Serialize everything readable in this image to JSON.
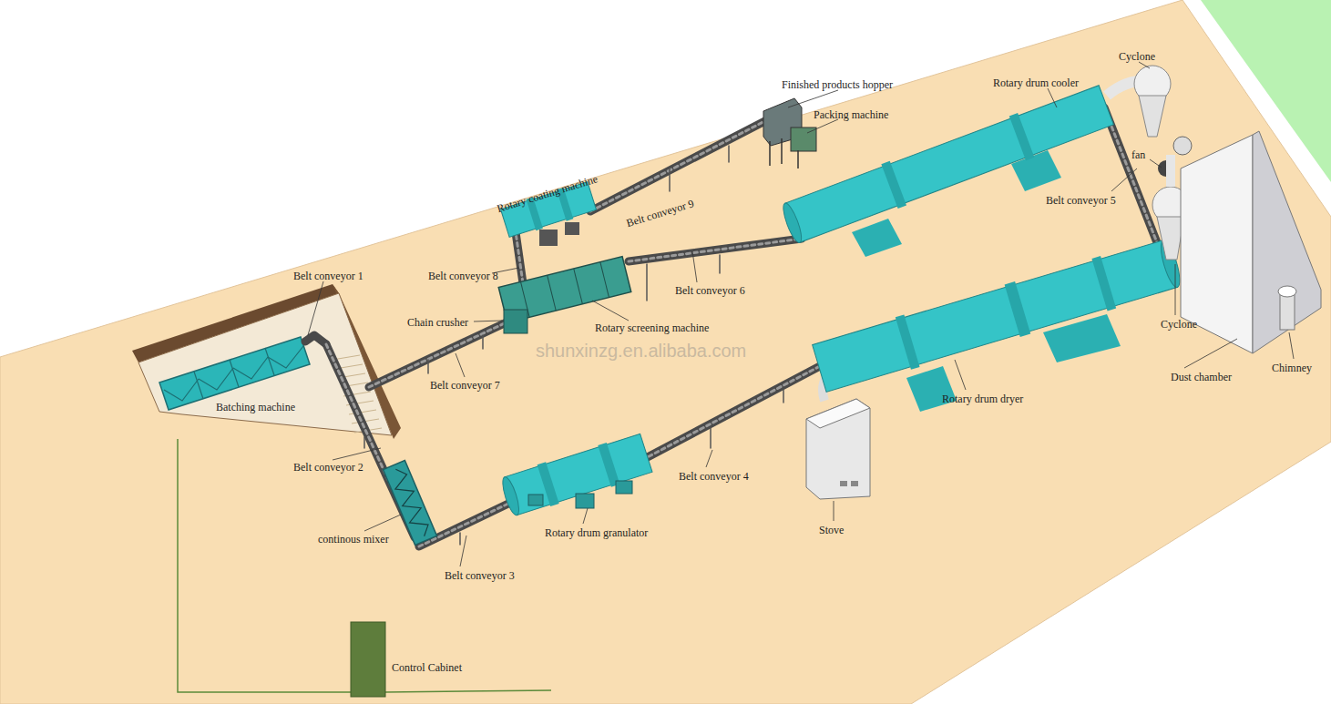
{
  "diagram": {
    "labels": [
      "Finished products hopper",
      "Rotary drum cooler",
      "Cyclone",
      "Packing machine",
      "Rotary coating machine",
      "fan",
      "Belt conveyor 9",
      "Belt conveyor 5",
      "Belt conveyor 1",
      "Belt conveyor 8",
      "Belt conveyor 6",
      "Chain crusher",
      "Rotary screening machine",
      "Cyclone",
      "shunxinzg.en.alibaba.com",
      "Batching machine",
      "Belt conveyor 7",
      "Dust chamber",
      "Chimney",
      "Rotary drum dryer",
      "Belt conveyor 2",
      "Belt conveyor 4",
      "Rotary drum granulator",
      "continous mixer",
      "Stove",
      "Belt conveyor 3",
      "Control Cabinet"
    ]
  }
}
